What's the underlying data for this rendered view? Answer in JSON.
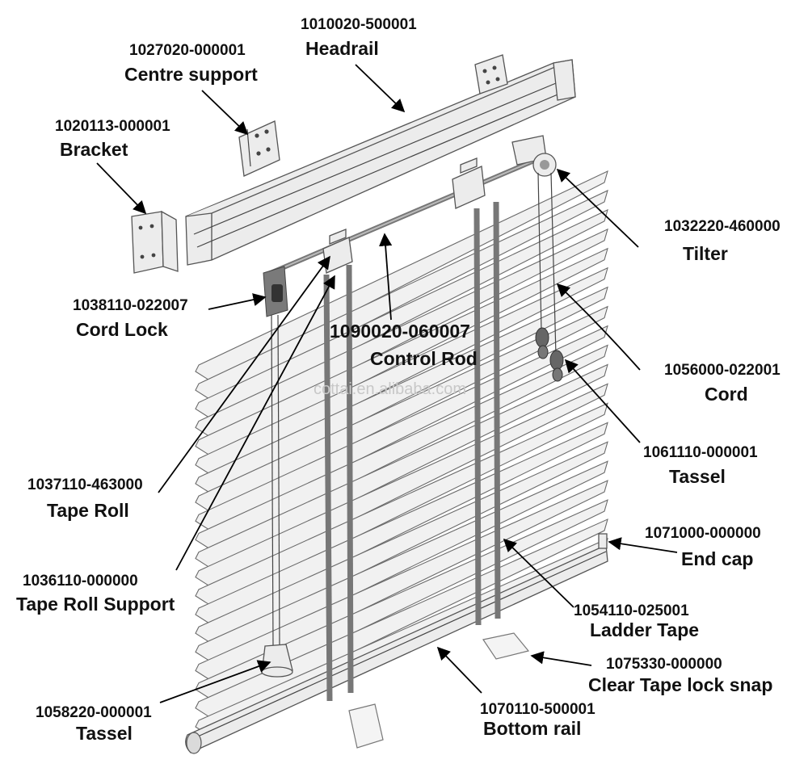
{
  "watermark": "cottai.en.alibaba.com",
  "parts": {
    "headrail": {
      "code": "1010020-500001",
      "name": "Headrail"
    },
    "centre_support": {
      "code": "1027020-000001",
      "name": "Centre support"
    },
    "bracket": {
      "code": "1020113-000001",
      "name": "Bracket"
    },
    "tilter": {
      "code": "1032220-460000",
      "name": "Tilter"
    },
    "cord_lock": {
      "code": "1038110-022007",
      "name": "Cord Lock"
    },
    "control_rod": {
      "code": "1090020-060007",
      "name": "Control Rod"
    },
    "cord": {
      "code": "1056000-022001",
      "name": "Cord"
    },
    "tassel_right": {
      "code": "1061110-000001",
      "name": "Tassel"
    },
    "tape_roll": {
      "code": "1037110-463000",
      "name": "Tape Roll"
    },
    "end_cap": {
      "code": "1071000-000000",
      "name": "End cap"
    },
    "tape_roll_support": {
      "code": "1036110-000000",
      "name": "Tape Roll Support"
    },
    "ladder_tape": {
      "code": "1054110-025001",
      "name": "Ladder Tape"
    },
    "clear_tape_lock_snap": {
      "code": "1075330-000000",
      "name": "Clear Tape lock snap"
    },
    "tassel_left": {
      "code": "1058220-000001",
      "name": "Tassel"
    },
    "bottom_rail": {
      "code": "1070110-500001",
      "name": "Bottom rail"
    }
  }
}
